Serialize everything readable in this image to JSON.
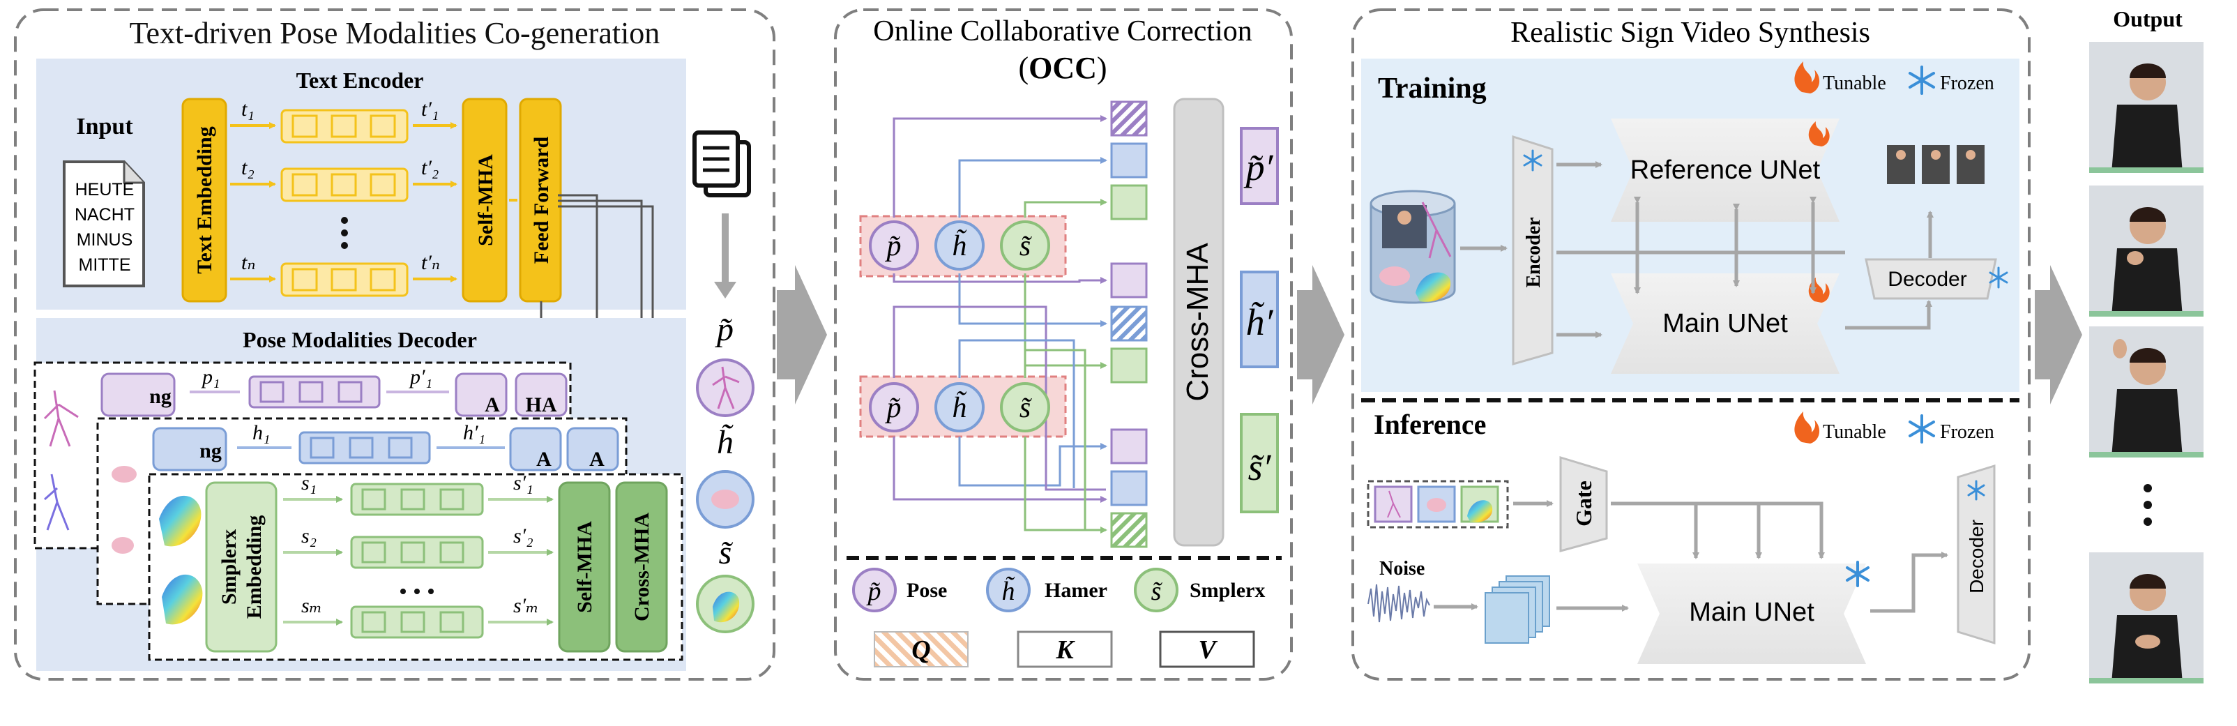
{
  "panel1": {
    "title": "Text-driven Pose Modalities Co-generation",
    "input_label": "Input",
    "input_text": [
      "HEUTE",
      "NACHT",
      "MINUS",
      "MITTE"
    ],
    "text_encoder_title": "Text Encoder",
    "text_embedding_label": "Text Embedding",
    "self_mha_label": "Self-MHA",
    "feed_forward_label": "Feed Forward",
    "t_inputs": [
      "t₁",
      "t₂",
      "tₙ"
    ],
    "t_outputs": [
      "t′₁",
      "t′₂",
      "t′ₙ"
    ],
    "decoder_title": "Pose Modalities Decoder",
    "p_in": "p₁",
    "p_out": "p′₁",
    "h_in": "h₁",
    "h_out": "h′₁",
    "s_inputs": [
      "s₁",
      "s₂",
      "sₘ"
    ],
    "s_outputs": [
      "s′₁",
      "s′₂",
      "s′ₘ"
    ],
    "smplerx_embedding_label": [
      "Smplerx",
      "Embedding"
    ],
    "decoder_self_mha_label": "Self-MHA",
    "decoder_cross_mha_label": "Cross-MHA",
    "partial_labels": [
      "ng",
      "ng",
      "A",
      "HA",
      "A",
      "A"
    ]
  },
  "modalities": {
    "p": "p̃",
    "h": "h̃",
    "s": "s̃"
  },
  "panel2": {
    "title": "Online Collaborative Correction",
    "subtitle_open": "(",
    "subtitle_bold": "OCC",
    "subtitle_close": ")",
    "cross_mha_label": "Cross-MHA",
    "outputs": [
      "p̃′",
      "h̃′",
      "s̃′"
    ],
    "legend": {
      "pose": "Pose",
      "hamer": "Hamer",
      "smplerx": "Smplerx",
      "q": "Q",
      "k": "K",
      "v": "V"
    }
  },
  "panel3": {
    "title": "Realistic Sign Video Synthesis",
    "training_label": "Training",
    "inference_label": "Inference",
    "tunable_label": "Tunable",
    "frozen_label": "Frozen",
    "encoder_label": "Encoder",
    "reference_unet_label": "Reference UNet",
    "main_unet_label": "Main UNet",
    "decoder_label": "Decoder",
    "gate_label": "Gate",
    "noise_label": "Noise",
    "inference_main_unet_label": "Main UNet",
    "inference_decoder_label": "Decoder"
  },
  "output": {
    "label": "Output"
  },
  "colors": {
    "pose": "#9b7fc4",
    "pose_fill": "#e7daf0",
    "hamer": "#7a9dd6",
    "hamer_fill": "#c9d8f1",
    "smplerx": "#8cc07a",
    "smplerx_fill": "#d4e9c7",
    "yellow": "#f4c21a",
    "yellow_fill": "#fde9a6",
    "panel_bg": "#dde6f4",
    "dashed": "#7f7f7f",
    "arrow": "#a6a6a6"
  }
}
